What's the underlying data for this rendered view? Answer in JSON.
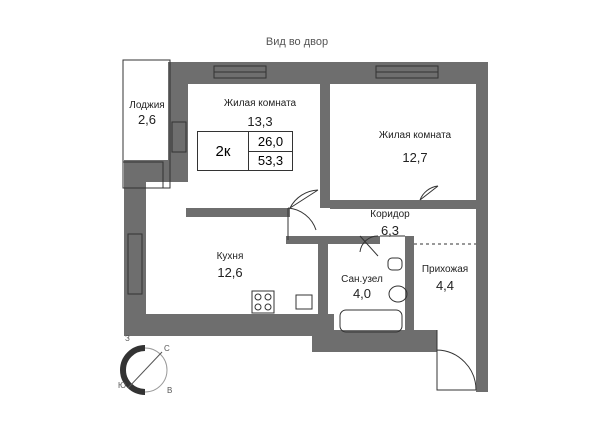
{
  "header": {
    "view_label": "Вид во двор"
  },
  "apartment": {
    "type": "2к",
    "living_area": "26,0",
    "total_area": "53,3"
  },
  "rooms": {
    "loggia": {
      "name": "Лоджия",
      "area": "2,6"
    },
    "living_room_1": {
      "name": "Жилая комната",
      "area": "13,3"
    },
    "living_room_2": {
      "name": "Жилая комната",
      "area": "12,7"
    },
    "corridor": {
      "name": "Коридор",
      "area": "6,3"
    },
    "kitchen": {
      "name": "Кухня",
      "area": "12,6"
    },
    "bathroom": {
      "name": "Сан.узел",
      "area": "4,0"
    },
    "hallway": {
      "name": "Прихожая",
      "area": "4,4"
    }
  },
  "compass": {
    "north": "С",
    "south": "Ю",
    "west": "З",
    "east": "В"
  },
  "colors": {
    "wall": "#6e6e6e",
    "line": "#333333",
    "background": "#ffffff"
  }
}
